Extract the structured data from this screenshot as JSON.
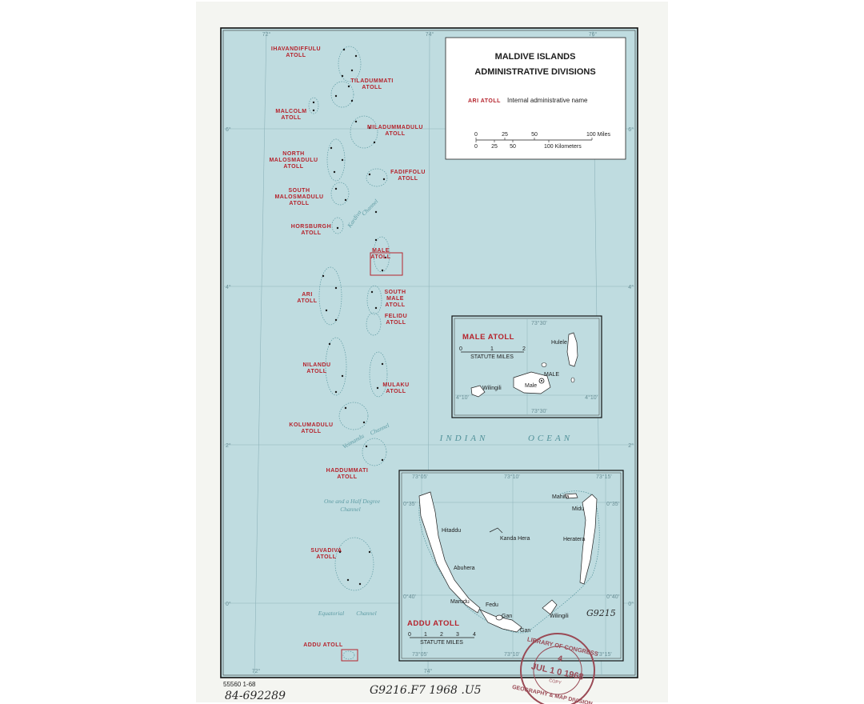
{
  "map": {
    "title_line1": "MALDIVE ISLANDS",
    "title_line2": "ADMINISTRATIVE DIVISIONS",
    "legend_sample": "ARI ATOLL",
    "legend_text": "Internal administrative name",
    "scale_miles": [
      "0",
      "25",
      "50",
      "100 Miles"
    ],
    "scale_km": [
      "0",
      "25",
      "50",
      "100 Kilometers"
    ],
    "long_ticks": [
      "72°",
      "74°",
      "76°"
    ],
    "lat_ticks": [
      "6°",
      "4°",
      "2°",
      "0°"
    ],
    "ocean_label": [
      "INDIAN",
      "OCEAN"
    ],
    "channels": {
      "kardiva_1": "Kardiva",
      "kardiva_2": "Channel",
      "veimandu_1": "Veimandu",
      "veimandu_2": "Channel",
      "one_half_1": "One and a Half Degree",
      "one_half_2": "Channel",
      "equatorial_1": "Equatorial",
      "equatorial_2": "Channel"
    },
    "atolls": {
      "ihavandiffulu": [
        "IHAVANDIFFULU",
        "ATOLL"
      ],
      "tiladummati": [
        "TILADUMMATI",
        "ATOLL"
      ],
      "malcolm": [
        "MALCOLM",
        "ATOLL"
      ],
      "miladummadulu": [
        "MILADUMMADULU",
        "ATOLL"
      ],
      "north_malosmadulu": [
        "NORTH",
        "MALOSMADULU",
        "ATOLL"
      ],
      "fadiffolu": [
        "FADIFFOLU",
        "ATOLL"
      ],
      "south_malosmadulu": [
        "SOUTH",
        "MALOSMADULU",
        "ATOLL"
      ],
      "horsburgh": [
        "HORSBURGH",
        "ATOLL"
      ],
      "male": [
        "MALE",
        "ATOLL"
      ],
      "ari": [
        "ARI",
        "ATOLL"
      ],
      "south_male": [
        "SOUTH",
        "MALE",
        "ATOLL"
      ],
      "felidu": [
        "FELIDU",
        "ATOLL"
      ],
      "nilandu": [
        "NILANDU",
        "ATOLL"
      ],
      "mulaku": [
        "MULAKU",
        "ATOLL"
      ],
      "kolumadulu": [
        "KOLUMADULU",
        "ATOLL"
      ],
      "haddummati": [
        "HADDUMMATI",
        "ATOLL"
      ],
      "suvadiva": [
        "SUVADIVA",
        "ATOLL"
      ],
      "addu": "ADDU ATOLL"
    },
    "inset_male": {
      "title": "MALE ATOLL",
      "scale_nums": [
        "0",
        "1",
        "2"
      ],
      "scale_unit": "STATUTE MILES",
      "top_tick": "73°30'",
      "bottom_tick": "73°30'",
      "lat_left": "4°10'",
      "lat_right": "4°10'",
      "places": {
        "hulele": "Hulele",
        "male_caps": "MALE",
        "male": "Male",
        "wilingili": "Wilingili"
      }
    },
    "inset_addu": {
      "title": "ADDU ATOLL",
      "scale_nums": [
        "0",
        "1",
        "2",
        "3",
        "4"
      ],
      "scale_unit": "STATUTE MILES",
      "ticks_top": [
        "73°05'",
        "73°10'",
        "73°15'"
      ],
      "ticks_bottom": [
        "73°05'",
        "73°10'",
        "73°15'"
      ],
      "lat_left": [
        "0°35'",
        "0°40'"
      ],
      "lat_right": [
        "0°35'",
        "0°40'"
      ],
      "places": {
        "mahira": "Mahira",
        "midu": "Midu",
        "hitaddu": "Hitaddu",
        "kanda_hera": "Kanda Hera",
        "heratera": "Heratera",
        "abuhera": "Abuhera",
        "marudu": "Marudu",
        "fedu": "Fedu",
        "gan_big": "Gan",
        "gan": "Gan",
        "wilingili": "Wilingili"
      }
    },
    "sheet_code": "55560 1-68",
    "handwritten": {
      "accession": "84-692289",
      "call_number": "G9216.F7 1968 .U5",
      "inset_note": "G9215"
    },
    "stamp": {
      "top": "LIBRARY OF CONGRESS",
      "number": "4",
      "date": "JUL 1 0 1968",
      "copy": "COPY",
      "bottom": "GEOGRAPHY & MAP DIVISION"
    }
  },
  "colors": {
    "sea": "#bfdce0",
    "paper": "#f4f5f1",
    "atoll_red": "#b5232c",
    "stamp": "#9a4a55"
  }
}
